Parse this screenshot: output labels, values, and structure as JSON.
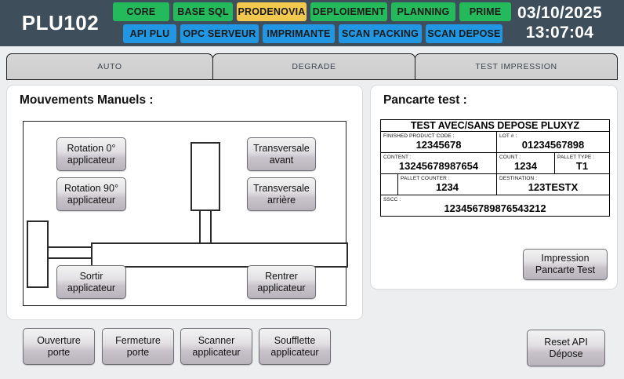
{
  "header": {
    "machine_title": "PLU102",
    "date": "03/10/2025",
    "time": "13:07:04",
    "status_row_1": [
      {
        "label": "CORE",
        "color": "#24b95a",
        "kind": "green"
      },
      {
        "label": "BASE SQL",
        "color": "#24b95a",
        "kind": "green"
      },
      {
        "label": "PRODENOVIA",
        "color": "#f3c84f",
        "kind": "yellow"
      },
      {
        "label": "DEPLOIEMENT",
        "color": "#24b95a",
        "kind": "green"
      },
      {
        "label": "PLANNING",
        "color": "#24b95a",
        "kind": "green"
      },
      {
        "label": "PRIME",
        "color": "#24b95a",
        "kind": "green"
      }
    ],
    "status_row_2": [
      {
        "label": "API PLU",
        "color": "#2196e3",
        "kind": "blue"
      },
      {
        "label": "OPC SERVEUR",
        "color": "#2196e3",
        "kind": "blue"
      },
      {
        "label": "IMPRIMANTE",
        "color": "#2196e3",
        "kind": "blue"
      },
      {
        "label": "SCAN PACKING",
        "color": "#2196e3",
        "kind": "blue"
      },
      {
        "label": "SCAN DEPOSE",
        "color": "#2196e3",
        "kind": "blue"
      }
    ],
    "background_color": "#3e4e5a"
  },
  "tabs": [
    {
      "label": "AUTO"
    },
    {
      "label": "DEGRADE"
    },
    {
      "label": "TEST IMPRESSION"
    }
  ],
  "left_panel": {
    "title": "Mouvements Manuels :",
    "buttons": {
      "rotation0": {
        "line1": "Rotation 0°",
        "line2": "applicateur"
      },
      "rotation90": {
        "line1": "Rotation 90°",
        "line2": "applicateur"
      },
      "transv_avant": {
        "line1": "Transversale",
        "line2": "avant"
      },
      "transv_arriere": {
        "line1": "Transversale",
        "line2": "arrière"
      },
      "sortir": {
        "line1": "Sortir",
        "line2": "applicateur"
      },
      "rentrer": {
        "line1": "Rentrer",
        "line2": "applicateur"
      }
    }
  },
  "right_panel": {
    "title": "Pancarte test :",
    "pancarte": {
      "heading": "TEST AVEC/SANS DEPOSE PLUXYZ",
      "rows": [
        {
          "cells": [
            {
              "label": "FINISHED PRODUCT CODE :",
              "value": "12345678"
            },
            {
              "label": "LOT # :",
              "value": "01234567898"
            }
          ]
        },
        {
          "cells": [
            {
              "label": "CONTENT :",
              "value": "13245678987654"
            },
            {
              "label": "COUNT :",
              "value": "1234"
            },
            {
              "label": "PALLET TYPE :",
              "value": "T1"
            }
          ]
        },
        {
          "cells": [
            {
              "label": "",
              "value": ""
            },
            {
              "label": "PALLET COUNTER :",
              "value": "1234"
            },
            {
              "label": "DESTINATION :",
              "value": "123TESTX"
            }
          ]
        },
        {
          "cells": [
            {
              "label": "SSCC :",
              "value": "123456789876543212"
            }
          ]
        }
      ]
    },
    "print_button": {
      "line1": "Impression",
      "line2": "Pancarte Test"
    }
  },
  "bottom_buttons": [
    {
      "line1": "Ouverture",
      "line2": "porte"
    },
    {
      "line1": "Fermeture",
      "line2": "porte"
    },
    {
      "line1": "Scanner",
      "line2": "applicateur"
    },
    {
      "line1": "Soufflette",
      "line2": "applicateur"
    }
  ],
  "reset_button": {
    "line1": "Reset API",
    "line2": "Dépose"
  }
}
